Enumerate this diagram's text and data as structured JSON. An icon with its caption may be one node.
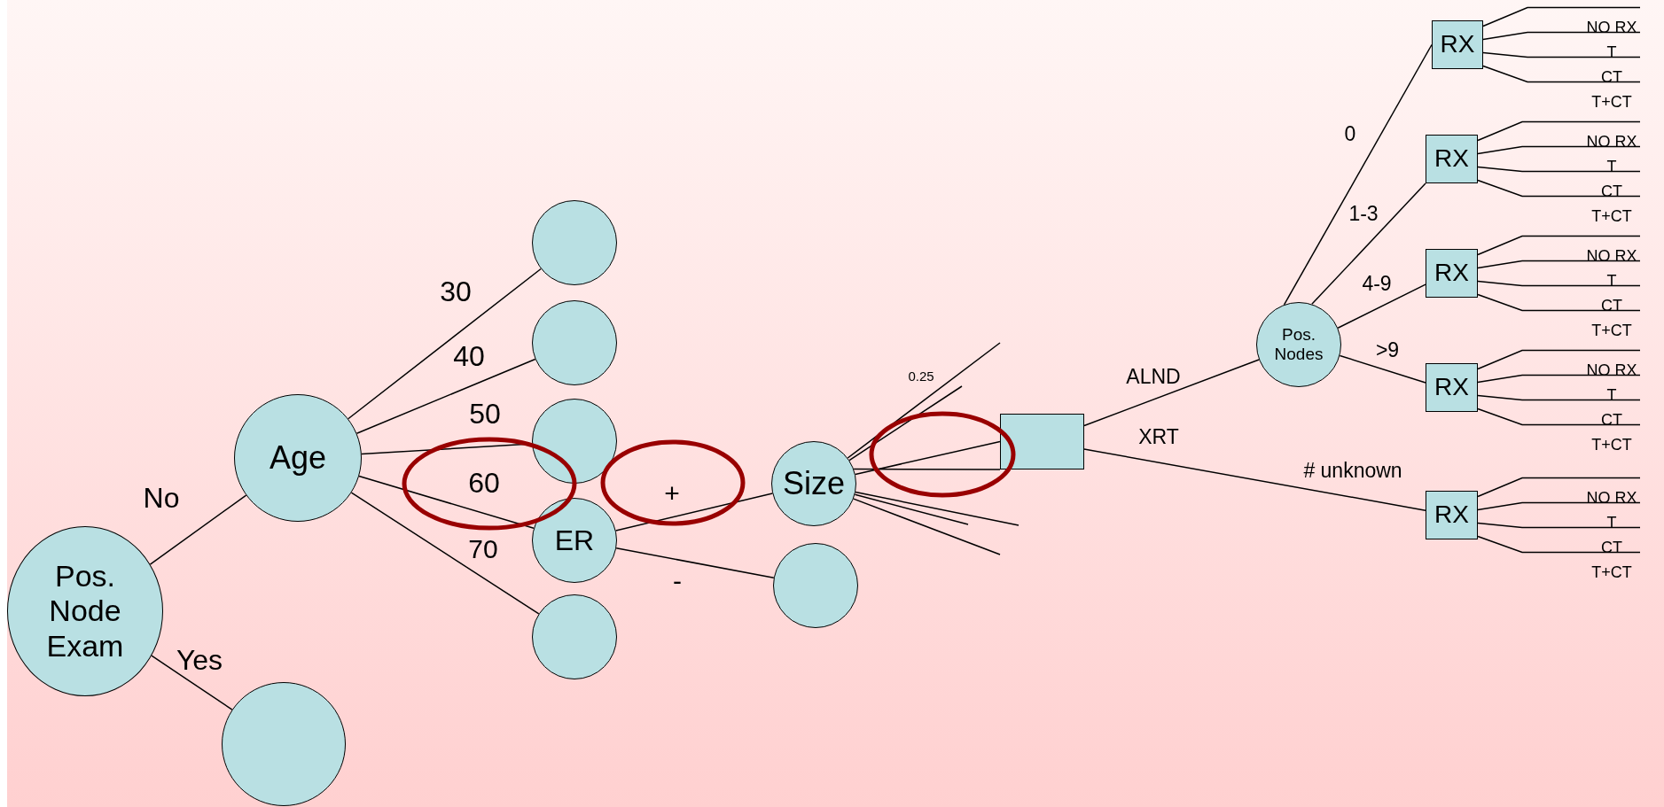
{
  "diagram": {
    "nodes": [
      {
        "text": [
          "Pos. Node Exam"
        ]
      },
      {
        "text": [
          "Age"
        ]
      },
      {
        "text": [],
        "shape": "circle"
      },
      {
        "text": [],
        "shape": "circle"
      },
      {
        "text": [],
        "shape": "circle"
      },
      {
        "text": [],
        "shape": "circle"
      },
      {
        "text": [
          "ER"
        ]
      },
      {
        "text": [],
        "shape": "circle"
      },
      {
        "text": [
          "Size"
        ]
      },
      {
        "text": [],
        "shape": "circle"
      },
      {
        "text": [],
        "shape": "box"
      },
      {
        "text": [
          "Pos. Nodes"
        ]
      },
      {
        "text": [
          "RX"
        ]
      },
      {
        "text": [
          "RX"
        ]
      },
      {
        "text": [
          "RX"
        ]
      },
      {
        "text": [
          "RX"
        ]
      },
      {
        "text": [
          "RX"
        ]
      }
    ],
    "edges": [
      {
        "from": 0,
        "to": 1,
        "arrow": "none",
        "label": "No"
      },
      {
        "from": 0,
        "to": 2,
        "arrow": "none",
        "label": "Yes"
      },
      {
        "from": 1,
        "to": 3,
        "arrow": "none",
        "label": "30"
      },
      {
        "from": 1,
        "to": 4,
        "arrow": "none",
        "label": "40"
      },
      {
        "from": 1,
        "to": 5,
        "arrow": "none",
        "label": "50"
      },
      {
        "from": 1,
        "to": 6,
        "arrow": "none",
        "label": "60"
      },
      {
        "from": 1,
        "to": 7,
        "arrow": "none",
        "label": "70"
      },
      {
        "from": 6,
        "to": 8,
        "arrow": "none",
        "label": "+"
      },
      {
        "from": 6,
        "to": 9,
        "arrow": "none",
        "label": "-"
      },
      {
        "from": 8,
        "to": null,
        "arrow": "none",
        "label": "0.25"
      },
      {
        "from": 8,
        "to": null,
        "arrow": "none"
      },
      {
        "from": 8,
        "to": 10,
        "arrow": "none"
      },
      {
        "from": 8,
        "to": 10,
        "arrow": "none"
      },
      {
        "from": 8,
        "to": null,
        "arrow": "none"
      },
      {
        "from": 8,
        "to": null,
        "arrow": "none"
      },
      {
        "from": 8,
        "to": null,
        "arrow": "none"
      },
      {
        "from": 10,
        "to": 11,
        "arrow": "none",
        "label": "ALND"
      },
      {
        "from": 10,
        "to": 16,
        "arrow": "none",
        "label": "XRT"
      },
      {
        "from": 11,
        "to": 12,
        "arrow": "none",
        "label": "0"
      },
      {
        "from": 11,
        "to": 13,
        "arrow": "none",
        "label": "1-3"
      },
      {
        "from": 11,
        "to": 14,
        "arrow": "none",
        "label": "4-9"
      },
      {
        "from": 11,
        "to": 15,
        "arrow": "none",
        "label": ">9"
      },
      {
        "from": 12,
        "to": null,
        "arrow": "none",
        "label": "NO RX"
      },
      {
        "from": 12,
        "to": null,
        "arrow": "none",
        "label": "T"
      },
      {
        "from": 12,
        "to": null,
        "arrow": "none",
        "label": "CT"
      },
      {
        "from": 12,
        "to": null,
        "arrow": "none",
        "label": "T+CT"
      },
      {
        "from": 13,
        "to": null,
        "arrow": "none",
        "label": "NO RX"
      },
      {
        "from": 13,
        "to": null,
        "arrow": "none",
        "label": "T"
      },
      {
        "from": 13,
        "to": null,
        "arrow": "none",
        "label": "CT"
      },
      {
        "from": 13,
        "to": null,
        "arrow": "none",
        "label": "T+CT"
      },
      {
        "from": 14,
        "to": null,
        "arrow": "none",
        "label": "NO RX"
      },
      {
        "from": 14,
        "to": null,
        "arrow": "none",
        "label": "T"
      },
      {
        "from": 14,
        "to": null,
        "arrow": "none",
        "label": "CT"
      },
      {
        "from": 14,
        "to": null,
        "arrow": "none",
        "label": "T+CT"
      },
      {
        "from": 15,
        "to": null,
        "arrow": "none",
        "label": "NO RX"
      },
      {
        "from": 15,
        "to": null,
        "arrow": "none",
        "label": "T"
      },
      {
        "from": 15,
        "to": null,
        "arrow": "none",
        "label": "CT"
      },
      {
        "from": 15,
        "to": null,
        "arrow": "none",
        "label": "T+CT"
      },
      {
        "from": 16,
        "to": null,
        "arrow": "none",
        "label": "NO RX"
      },
      {
        "from": 16,
        "to": null,
        "arrow": "none",
        "label": "T"
      },
      {
        "from": 16,
        "to": null,
        "arrow": "none",
        "label": "CT"
      },
      {
        "from": 16,
        "to": null,
        "arrow": "none",
        "label": "T+CT"
      }
    ],
    "labels": [
      "# unknown"
    ]
  }
}
